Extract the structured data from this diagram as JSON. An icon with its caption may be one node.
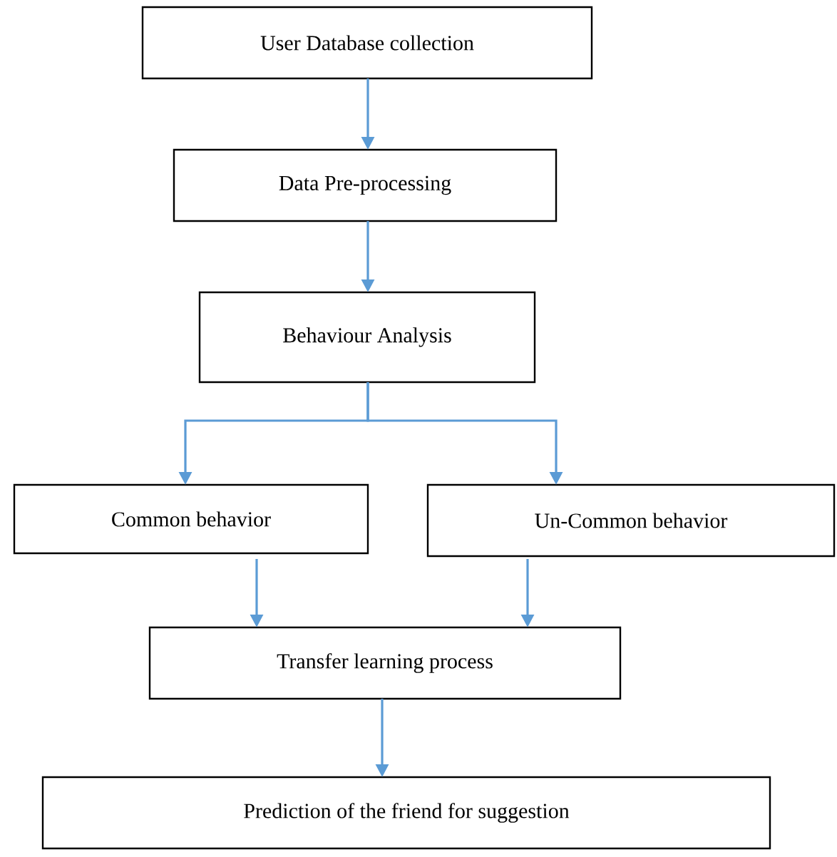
{
  "diagram": {
    "nodes": [
      {
        "text": [
          "User Database collection"
        ]
      },
      {
        "text": [
          "Data Pre-processing"
        ]
      },
      {
        "text": [
          "Behaviour Analysis"
        ]
      },
      {
        "text": [
          "Common behavior"
        ]
      },
      {
        "text": [
          "Un-Common behavior"
        ]
      },
      {
        "text": [
          "Transfer learning process"
        ]
      },
      {
        "text": [
          "Prediction of the friend for suggestion"
        ]
      }
    ],
    "edges": [
      {
        "from": 0,
        "to": 1,
        "arrow": "to"
      },
      {
        "from": 1,
        "to": 2,
        "arrow": "to"
      },
      {
        "from": 2,
        "to": 3,
        "arrow": "to"
      },
      {
        "from": 2,
        "to": 4,
        "arrow": "to"
      },
      {
        "from": 3,
        "to": 5,
        "arrow": "to"
      },
      {
        "from": 4,
        "to": 5,
        "arrow": "to"
      },
      {
        "from": 5,
        "to": 6,
        "arrow": "to"
      }
    ]
  }
}
